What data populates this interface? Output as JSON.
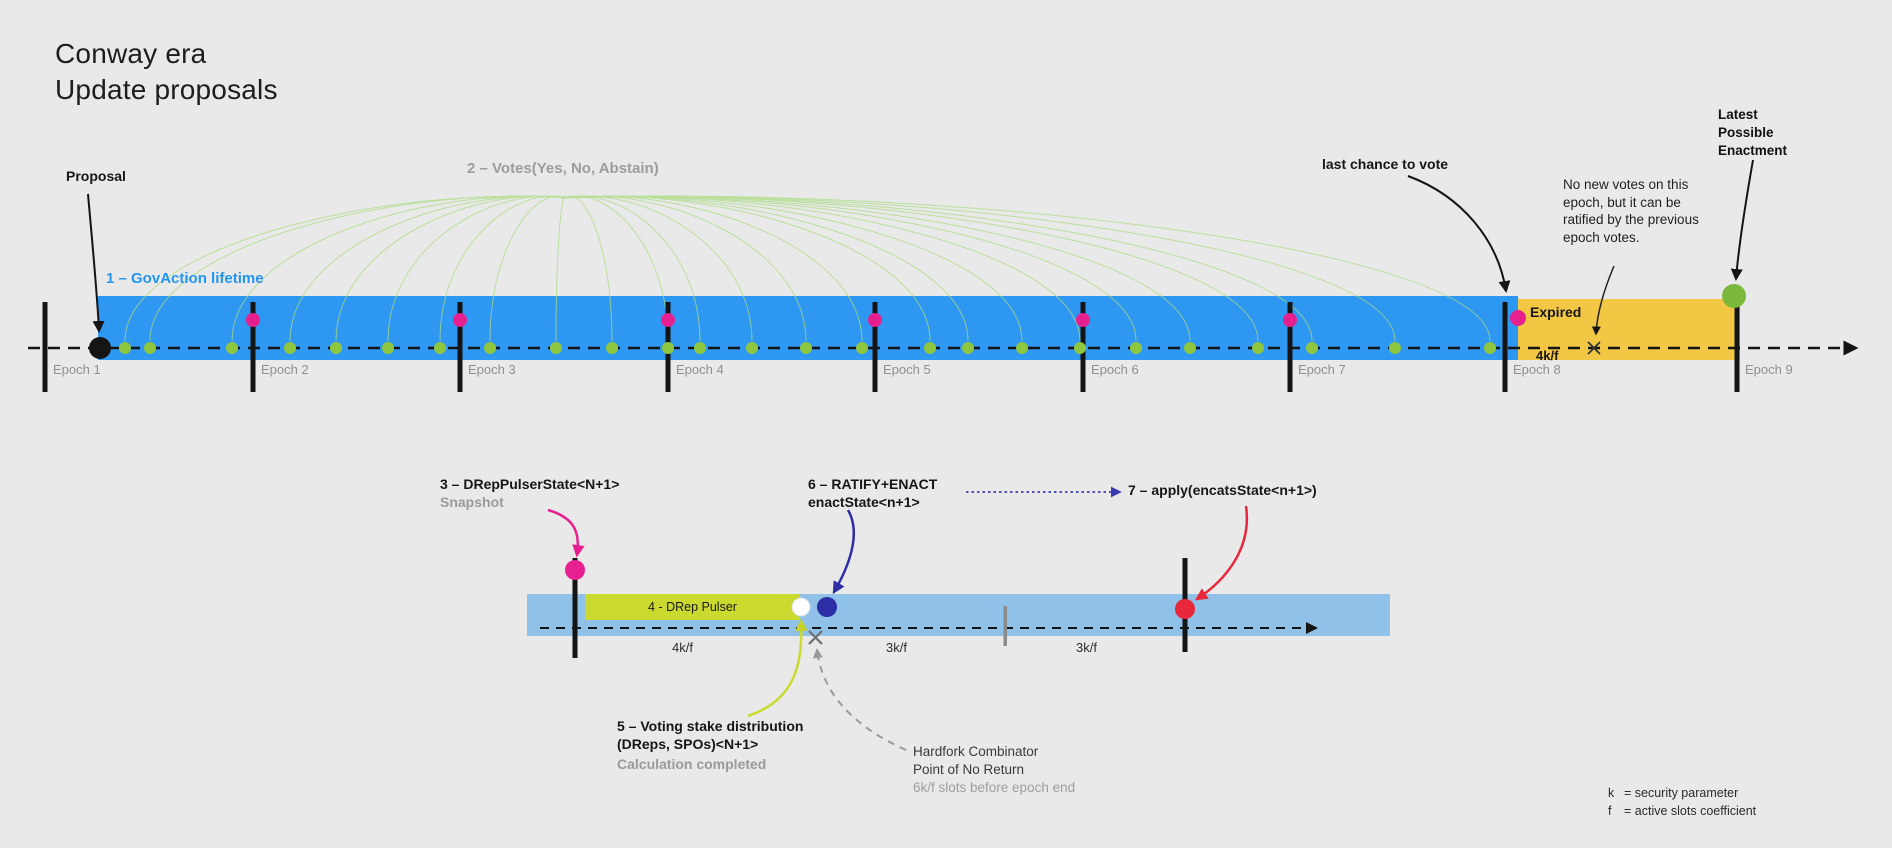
{
  "title": {
    "line1": "Conway era",
    "line2": "Update proposals"
  },
  "colors": {
    "background": "#e9e9e9",
    "govaction_blue": "#2e97f2",
    "expired_yellow": "#f2c744",
    "vote_green": "#8ec63f",
    "boundary_magenta": "#e6218f",
    "enact_blue": "#2d2da6",
    "apply_red": "#e8283a",
    "pulser_lime": "#cada2e",
    "zoom_bar_blue": "#8fc1e9",
    "enactment_green": "#7cb83e"
  },
  "timeline_top": {
    "proposal_label": "Proposal",
    "govaction_label": "1 – GovAction lifetime",
    "votes_label": "2 – Votes(Yes, No, Abstain)",
    "last_chance_label": "last chance to vote",
    "expired_label": "Expired",
    "expired_duration_label": "4k/f",
    "no_new_votes_note": "No new votes on this epoch, but it can be ratified by the previous epoch votes.",
    "latest_enactment_label": "Latest Possible Enactment",
    "epochs": [
      "Epoch 1",
      "Epoch 2",
      "Epoch 3",
      "Epoch 4",
      "Epoch 5",
      "Epoch 6",
      "Epoch 7",
      "Epoch 8",
      "Epoch 9"
    ]
  },
  "timeline_bottom": {
    "drep_pulser_state_label": "3 – DRepPulserState<N+1>",
    "drep_pulser_state_sub": "Snapshot",
    "drep_pulser_bar_label": "4 - DRep Pulser",
    "ratify_label_line1": "6 – RATIFY+ENACT",
    "ratify_label_line2": "enactState<n+1>",
    "apply_label": "7 – apply(encatsState<n+1>)",
    "stake_label_line1": "5 – Voting stake distribution",
    "stake_label_line2": "(DReps, SPOs)<N+1>",
    "stake_sub": "Calculation completed",
    "hardfork_line1": "Hardfork Combinator",
    "hardfork_line2": "Point of No Return",
    "hardfork_sub": "6k/f slots before epoch end",
    "segment_4kf": "4k/f",
    "segment_3kf_a": "3k/f",
    "segment_3kf_b": "3k/f"
  },
  "legend": {
    "k_key": "k",
    "k_desc": "= security parameter",
    "f_key": "f",
    "f_desc": "= active slots coefficient"
  }
}
